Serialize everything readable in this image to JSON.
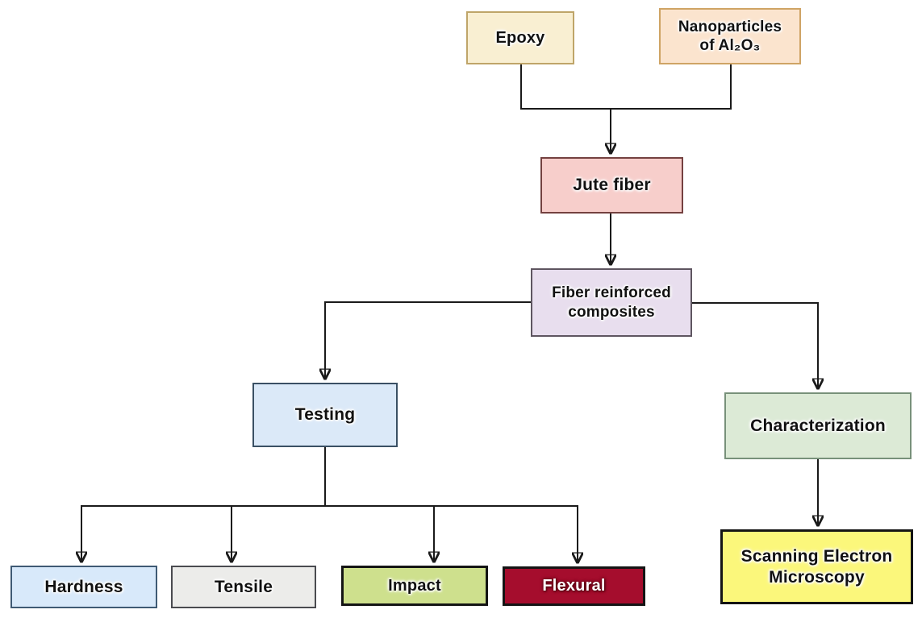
{
  "diagram": {
    "background": "#ffffff",
    "line_color": "#1a1a1a",
    "nodes": {
      "epoxy": {
        "label": "Epoxy",
        "fill": "#F9EFD2",
        "border": "#BFA569",
        "text_color": "#111111"
      },
      "nanoparticles": {
        "label": "Nanoparticles\nof Al₂O₃",
        "fill": "#FBE4CE",
        "border": "#CFA465",
        "text_color": "#111111"
      },
      "jute_fiber": {
        "label": "Jute fiber",
        "fill": "#F7CECB",
        "border": "#744140",
        "text_color": "#111111"
      },
      "fiber_reinforced": {
        "label": "Fiber reinforced\ncomposites",
        "fill": "#E8DEEE",
        "border": "#5E5560",
        "text_color": "#111111"
      },
      "testing": {
        "label": "Testing",
        "fill": "#DBE9F8",
        "border": "#3A5064",
        "text_color": "#111111"
      },
      "characterization": {
        "label": "Characterization",
        "fill": "#DCEAD6",
        "border": "#78917A",
        "text_color": "#111111"
      },
      "hardness": {
        "label": "Hardness",
        "fill": "#D8E9FA",
        "border": "#3F5A74",
        "text_color": "#111111"
      },
      "tensile": {
        "label": "Tensile",
        "fill": "#ECECEA",
        "border": "#4A4B50",
        "text_color": "#111111"
      },
      "impact": {
        "label": "Impact",
        "fill": "#CEE08D",
        "border": "#141414",
        "text_color": "#111111"
      },
      "flexural": {
        "label": "Flexural",
        "fill": "#A50D2D",
        "border": "#141414",
        "text_color": "#FFFFFF"
      },
      "sem": {
        "label": "Scanning Electron\nMicroscopy",
        "fill": "#FBF77B",
        "border": "#141414",
        "text_color": "#111111"
      }
    }
  }
}
